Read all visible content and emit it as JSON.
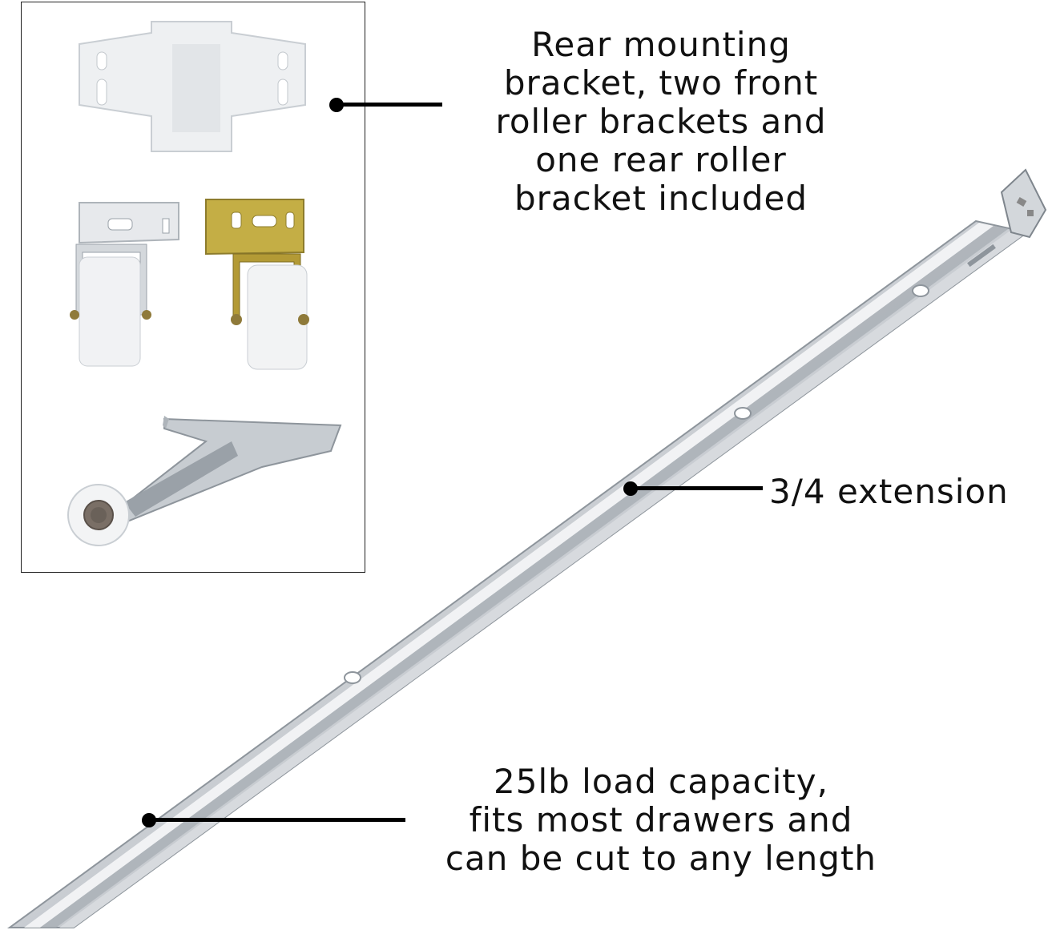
{
  "callouts": {
    "brackets": {
      "lines": [
        "Rear mounting",
        "bracket, two front",
        "roller brackets and",
        "one rear roller",
        "bracket included"
      ]
    },
    "extension": {
      "text": "3/4 extension"
    },
    "capacity": {
      "lines": [
        "25lb load capacity,",
        "fits most drawers and",
        "can be cut to any length"
      ]
    }
  },
  "colors": {
    "text": "#111111",
    "leader": "#000000",
    "rail_light": "#e4e7ea",
    "rail_mid": "#c3c8cd",
    "rail_dark": "#8e959c",
    "plastic": "#eef0f2",
    "brass": "#b9a53c",
    "zinc": "#bfc4c9"
  },
  "icons": {
    "rear_mount": "rear-mounting-bracket-icon",
    "front_roller_silver": "front-roller-bracket-silver-icon",
    "front_roller_brass": "front-roller-bracket-brass-icon",
    "rear_roller": "rear-roller-bracket-icon",
    "rail": "drawer-rail-icon"
  }
}
